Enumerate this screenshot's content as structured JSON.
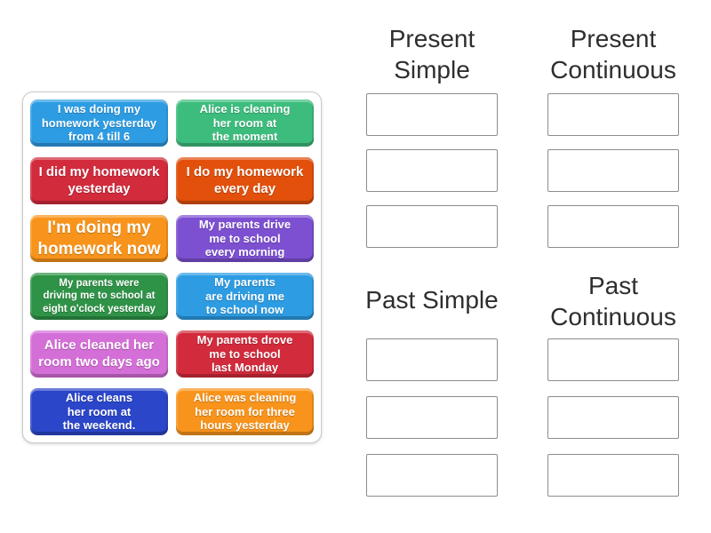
{
  "colors": {
    "blue": "#2d9ce3",
    "green": "#3dbd7d",
    "crimson": "#d22b3c",
    "orange_red": "#e2500c",
    "orange": "#f8941c",
    "purple": "#7d50d2",
    "dark_green": "#2f9347",
    "orchid": "#d56fd8",
    "royal_blue": "#2b46c9",
    "box_border": "#8c8c8c",
    "panel_border": "#cccccc",
    "header_text": "#2e2e2e",
    "card_text": "#ffffff"
  },
  "tiles": [
    {
      "text": "I was doing my\nhomework yesterday\nfrom 4 till 6",
      "color": "#2d9ce3"
    },
    {
      "text": "Alice is cleaning\nher room at\nthe moment",
      "color": "#3dbd7d"
    },
    {
      "text": "I did my homework\nyesterday",
      "color": "#d22b3c"
    },
    {
      "text": "I do my homework\nevery day",
      "color": "#e2500c"
    },
    {
      "text": "I'm doing my\nhomework now",
      "color": "#f8941c"
    },
    {
      "text": "My parents drive\nme to school\nevery morning",
      "color": "#7d50d2"
    },
    {
      "text": "My parents were\ndriving me to school at\neight o'clock yesterday",
      "color": "#2f9347"
    },
    {
      "text": "My parents\nare driving me\nto school now",
      "color": "#2d9ce3"
    },
    {
      "text": "Alice cleaned her\nroom two days ago",
      "color": "#d56fd8"
    },
    {
      "text": "My parents drove\nme to school\nlast Monday",
      "color": "#d22b3c"
    },
    {
      "text": "Alice cleans\nher room at\nthe weekend.",
      "color": "#2b46c9"
    },
    {
      "text": "Alice was cleaning\nher room for three\nhours yesterday",
      "color": "#f8941c"
    }
  ],
  "groups": [
    {
      "label": "Present\nSimple",
      "slots": 3
    },
    {
      "label": "Present\nContinuous",
      "slots": 3
    },
    {
      "label": "Past Simple",
      "slots": 3
    },
    {
      "label": "Past\nContinuous",
      "slots": 3
    }
  ]
}
